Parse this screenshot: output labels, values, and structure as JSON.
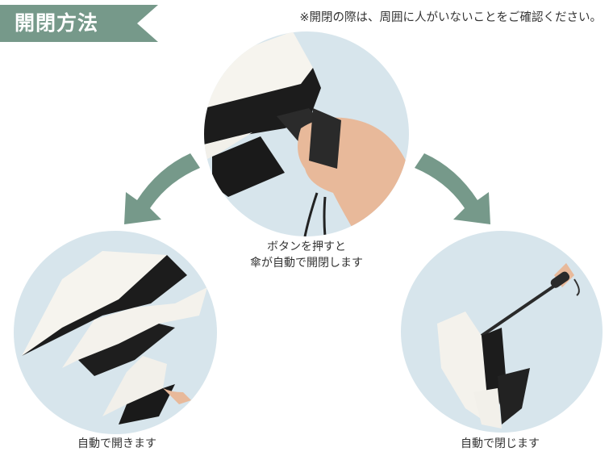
{
  "header": {
    "title": "開閉方法",
    "notice": "※開閉の際は、周囲に人がいないことをご確認ください。",
    "accent_color": "#76998a"
  },
  "steps": [
    {
      "caption_line1": "ボタンを押すと",
      "caption_line2": "傘が自動で開閉します",
      "image": "hand-pressing-umbrella-button"
    },
    {
      "caption": "自動で開きます",
      "image": "umbrella-opening-sequence"
    },
    {
      "caption": "自動で閉じます",
      "image": "umbrella-closing"
    }
  ],
  "colors": {
    "circle_bg": "#d7e5ec",
    "arrow": "#76998a"
  }
}
